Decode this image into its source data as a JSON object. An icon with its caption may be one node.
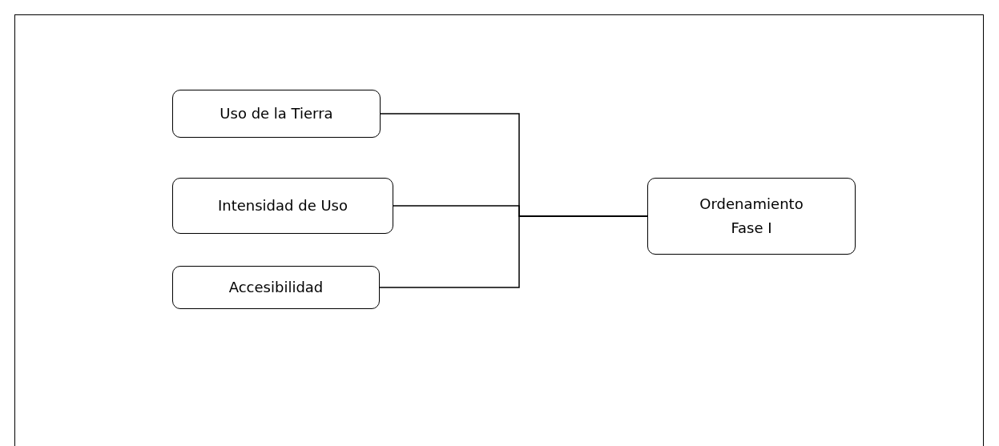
{
  "diagram": {
    "nodes": [
      {
        "text": [
          "Uso de la Tierra"
        ]
      },
      {
        "text": [
          "Intensidad de Uso"
        ]
      },
      {
        "text": [
          "Accesibilidad"
        ]
      },
      {
        "text": [
          "Ordenamiento Fase I"
        ]
      }
    ],
    "edges": [
      {
        "from": 0,
        "to": 3,
        "arrow": "none"
      },
      {
        "from": 1,
        "to": 3,
        "arrow": "none"
      },
      {
        "from": 2,
        "to": 3,
        "arrow": "none"
      }
    ]
  }
}
